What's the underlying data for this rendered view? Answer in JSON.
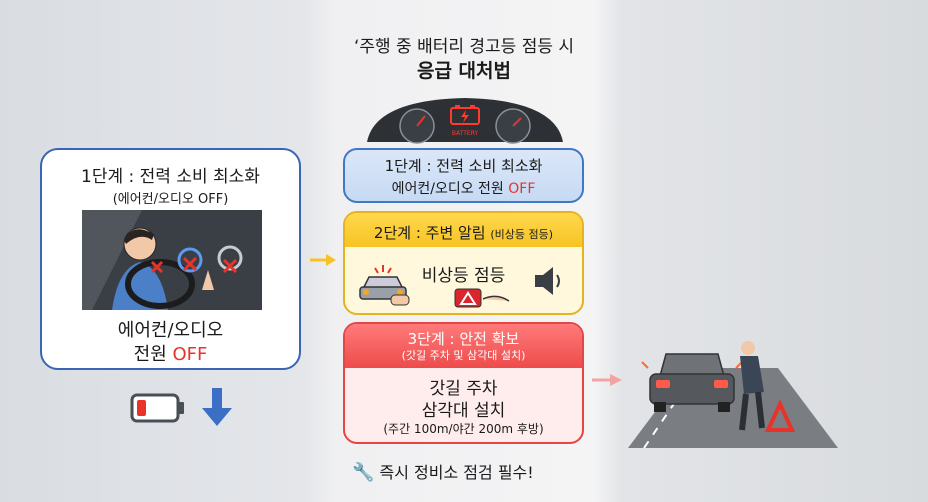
{
  "title": {
    "line1": "‘주행 중 배터리 경고등 점등 시",
    "line2": "응급 대처법"
  },
  "dashboard": {
    "battery_label": "BATTERY"
  },
  "step1_panel": {
    "heading": "1단계 : 전력 소비 최소화",
    "body_prefix": "에어컨/오디오 전원 ",
    "body_off": "OFF"
  },
  "step2_panel": {
    "heading": "2단계 : 주변 알림",
    "heading_sub": "(비상등 점등)",
    "body": "비상등 점등"
  },
  "step3_panel": {
    "heading": "3단계 : 안전 확보",
    "heading_sub": "(갓길 주차 및 삼각대 설치)",
    "body_line1": "갓길 주차",
    "body_line2": "삼각대 설치",
    "note": "(주간 100m/야간 200m 후방)"
  },
  "left_card": {
    "heading": "1단계 : 전력 소비 최소화",
    "sub": "(에어컨/오디오 OFF)",
    "body_line1": "에어컨/오디오",
    "body_line2_prefix": "전원 ",
    "body_line2_off": "OFF"
  },
  "footer": {
    "text": "즉시 정비소 점검 필수!"
  },
  "colors": {
    "blue": "#3f78c9",
    "yellow": "#f6c324",
    "red": "#e8332b"
  }
}
